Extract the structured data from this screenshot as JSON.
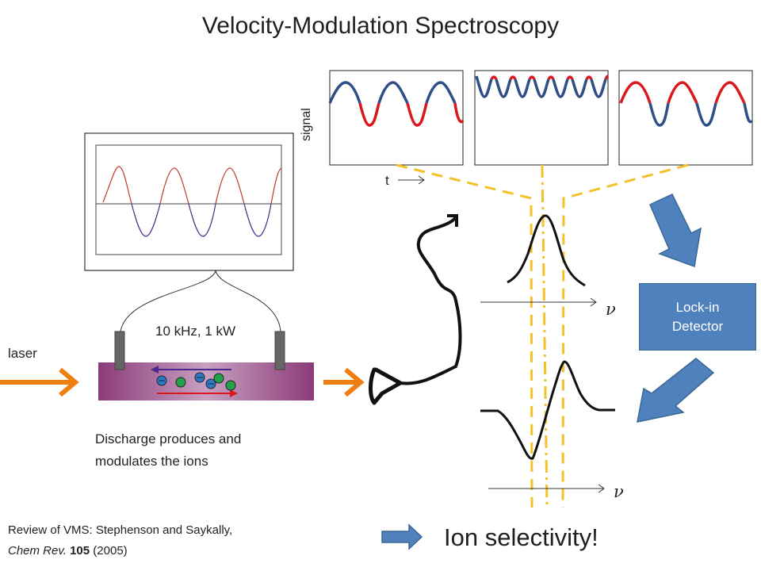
{
  "title": "Velocity-Modulation Spectroscopy",
  "labels": {
    "laser": "laser",
    "discharge_line1": "Discharge produces and",
    "discharge_line2": "modulates the ions",
    "frequency_power": "10 kHz, 1 kW",
    "signal_axis": "signal",
    "time_axis": "t",
    "nu_top": "ν",
    "nu_bottom": "ν",
    "lockin": "Lock-in Detector",
    "ion_selectivity": "Ion selectivity!"
  },
  "reference": {
    "line1": "Review of VMS: Stephenson and Saykally,",
    "journal": "Chem Rev.",
    "volume": "105",
    "year": "(2005)"
  },
  "colors": {
    "wave_blue": "#2e4f85",
    "wave_red": "#d9181c",
    "scope_red": "#c0392b",
    "scope_purple": "#4a2a8c",
    "arrow_orange": "#f07f12",
    "dash_yellow": "#f3c12a",
    "block_blue": "#4f81bd",
    "tube_purple": "#9c4f8a",
    "ion_green": "#22a34b",
    "ion_blue": "#2f79c8"
  },
  "icons": [
    "orange-arrow-icon",
    "blue-block-arrow-icon",
    "electrode-icon"
  ]
}
